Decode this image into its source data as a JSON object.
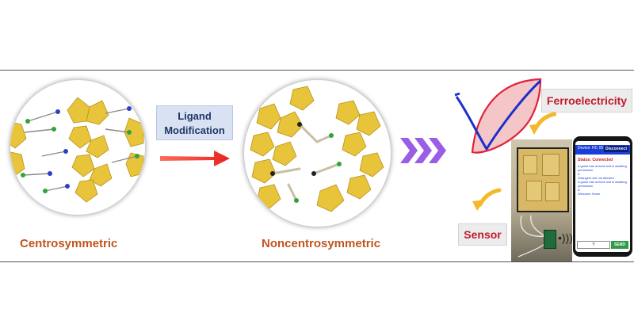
{
  "left_panel": {
    "caption": "Centrosymmetric"
  },
  "middle_panel": {
    "ligand_label_line1": "Ligand",
    "ligand_label_line2": "Modification",
    "caption": "Noncentrosymmetric"
  },
  "right_panel": {
    "ferroelectricity_label": "Ferroelectricity",
    "sensor_label": "Sensor",
    "phone": {
      "device_text": "Device: HC 05",
      "disconnect_label": "Disconnect",
      "status_text": "Status: Connected",
      "messages": [
        "A guest has arrived and is awaiting permission",
        "A",
        "Strangers are not allowed",
        "A guest has arrived and is awaiting permission",
        "B",
        "Welcome Home"
      ],
      "input_value": "Y",
      "send_label": "SEND"
    }
  },
  "colors": {
    "caption": "#c0551c",
    "label_red": "#c21b2b",
    "polyhedra": "#e8c43a",
    "arrow_red": "#e8241f",
    "chevron": "#9b5de5",
    "hysteresis_red": "#e0223a",
    "hysteresis_blue": "#1e2fc9",
    "pointer_yellow": "#f4b92a"
  }
}
